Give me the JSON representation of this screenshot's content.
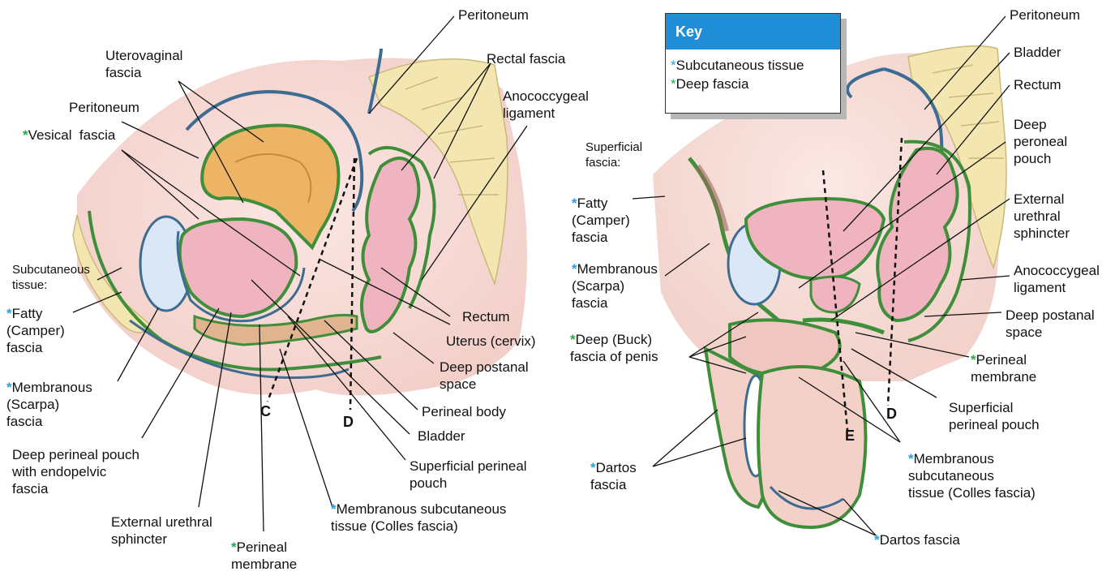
{
  "colors": {
    "subcutaneous_asterisk": "#2a9fd8",
    "deep_fascia_asterisk": "#2aa84a",
    "key_header": "#1f8ed6",
    "fascia_green": "#3f8f3a",
    "peritoneum_blue": "#3d6c93",
    "organ_pink": "#f0b4c0",
    "uterus_orange": "#eeb466",
    "bone": "#f3e6b0"
  },
  "key": {
    "title": "Key",
    "items": [
      {
        "asterisk": "*",
        "text": "Subcutaneous tissue",
        "color": "#2a9fd8"
      },
      {
        "asterisk": "*",
        "text": "Deep fascia",
        "color": "#2aa84a"
      }
    ]
  },
  "left": {
    "peritoneum_top": "Peritoneum",
    "rectal_fascia": "Rectal fascia",
    "uterovaginal_fascia": "Uterovaginal\nfascia",
    "peritoneum": "Peritoneum",
    "vesical_fascia": {
      "asterisk": "*",
      "text": "Vesical  fascia"
    },
    "anococcygeal_ligament": "Anococcygeal\nligament",
    "subcutaneous_tissue": "Subcutaneous\ntissue:",
    "fatty_camper": {
      "asterisk": "*",
      "text": "Fatty\n(Camper)\nfascia"
    },
    "membranous_scarpa": {
      "asterisk": "*",
      "text": "Membranous\n(Scarpa)\nfascia"
    },
    "deep_perineal_pouch": "Deep perineal pouch\nwith endopelvic\nfascia",
    "external_urethral_sphincter": "External urethral\nsphincter",
    "perineal_membrane": {
      "asterisk": "*",
      "text": "Perineal\nmembrane"
    },
    "rectum": "Rectum",
    "uterus_cervix": "Uterus (cervix)",
    "deep_postanal_space": "Deep postanal\nspace",
    "perineal_body": "Perineal body",
    "bladder": "Bladder",
    "superficial_perineal_pouch": "Superficial perineal\npouch",
    "membranous_colles": {
      "asterisk": "*",
      "text": "Membranous subcutaneous\ntissue (Colles fascia)"
    },
    "cut_c": "C",
    "cut_d": "D"
  },
  "right": {
    "peritoneum": "Peritoneum",
    "bladder": "Bladder",
    "rectum": "Rectum",
    "deep_peroneal_pouch": "Deep\nperoneal\npouch",
    "external_urethral_sphincter": "External\nurethral\nsphincter",
    "anococcygeal_ligament": "Anococcygeal\nligament",
    "deep_postanal_space": "Deep postanal\nspace",
    "perineal_membrane": {
      "asterisk": "*",
      "text": "Perineal\nmembrane"
    },
    "superficial_perineal_pouch": "Superficial\nperineal pouch",
    "membranous_colles": {
      "asterisk": "*",
      "text": "Membranous\nsubcutaneous\ntissue (Colles fascia)"
    },
    "dartos_fascia_bottom": {
      "asterisk": "*",
      "text": "Dartos fascia"
    },
    "dartos_fascia_left": {
      "asterisk": "*",
      "text": "Dartos\nfascia"
    },
    "superficial_fascia": "Superficial\nfascia:",
    "fatty_camper": {
      "asterisk": "*",
      "text": "Fatty\n(Camper)\nfascia"
    },
    "membranous_scarpa": {
      "asterisk": "*",
      "text": "Membranous\n(Scarpa)\nfascia"
    },
    "deep_buck": {
      "asterisk": "*",
      "text": "Deep (Buck)\nfascia of penis"
    },
    "cut_e": "E",
    "cut_d": "D"
  }
}
